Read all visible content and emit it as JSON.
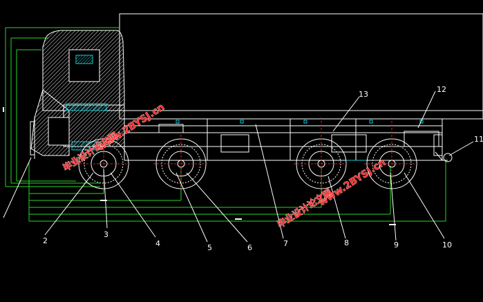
{
  "diagram": {
    "callouts": [
      "2",
      "3",
      "4",
      "5",
      "6",
      "7",
      "8",
      "9",
      "10",
      "11",
      "12",
      "13"
    ]
  },
  "watermarks": {
    "url": "www.2BYSJ.cn",
    "cn": "毕业设计论文网"
  },
  "colors": {
    "background": "#000000",
    "outline": "#ffffff",
    "dim_green": "#27d927",
    "hatch_white": "#e8e8e8",
    "accent_cyan": "#19c8d0",
    "red_mark": "#e02222",
    "watermark_red": "#ff2a2a"
  }
}
